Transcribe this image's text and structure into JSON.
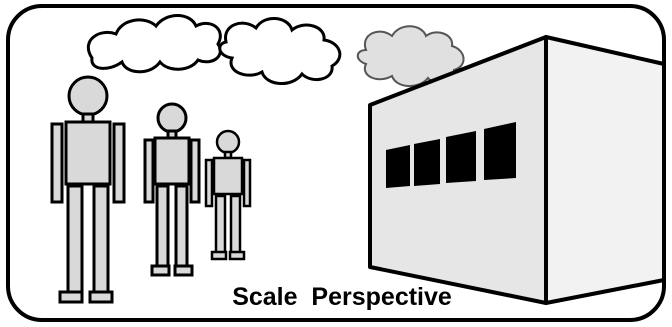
{
  "caption": "Scale  Perspective",
  "colors": {
    "frame_stroke": "#000000",
    "person_fill": "#d9d9d9",
    "building_front": "#e6e6e6",
    "building_side": "#f2f2f2",
    "cloud_dark": "#ffffff",
    "cloud_light": "#e0e0e0",
    "window_fill": "#000000"
  },
  "elements": {
    "figures": [
      "large-person",
      "medium-person",
      "small-person"
    ],
    "clouds": [
      "cloud-near",
      "cloud-middle",
      "cloud-far"
    ],
    "building": "warehouse",
    "windows": 4
  }
}
